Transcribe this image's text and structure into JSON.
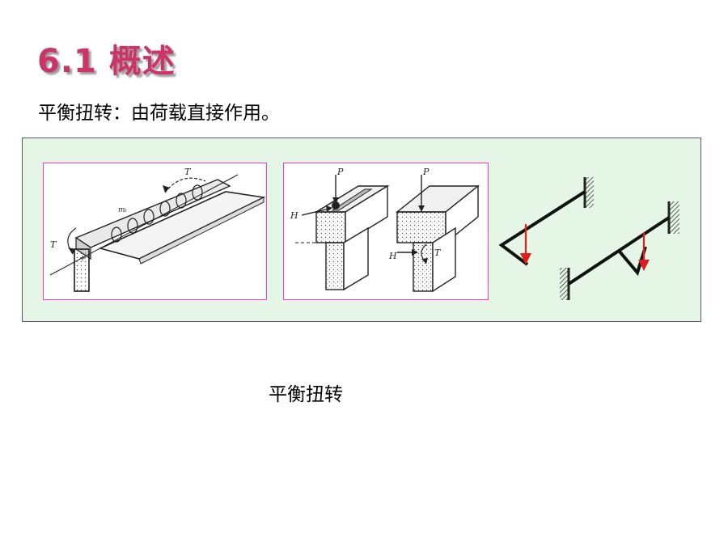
{
  "slide": {
    "title": "6.1  概述",
    "subtitle": "平衡扭转：由荷载直接作用。",
    "caption": "平衡扭转"
  },
  "figure": {
    "panel_color": "#e6f6e6",
    "frame_color": "#ff33cc",
    "arrow_color": "#e21b1b",
    "sketch1_labels": {
      "torque_top": "T",
      "torque_left": "T",
      "moment": "mₜ"
    },
    "sketch2_labels": {
      "load_left": "P",
      "load_right": "P",
      "horizontal_left": "H",
      "horizontal_right": "H",
      "torque": "T"
    }
  }
}
